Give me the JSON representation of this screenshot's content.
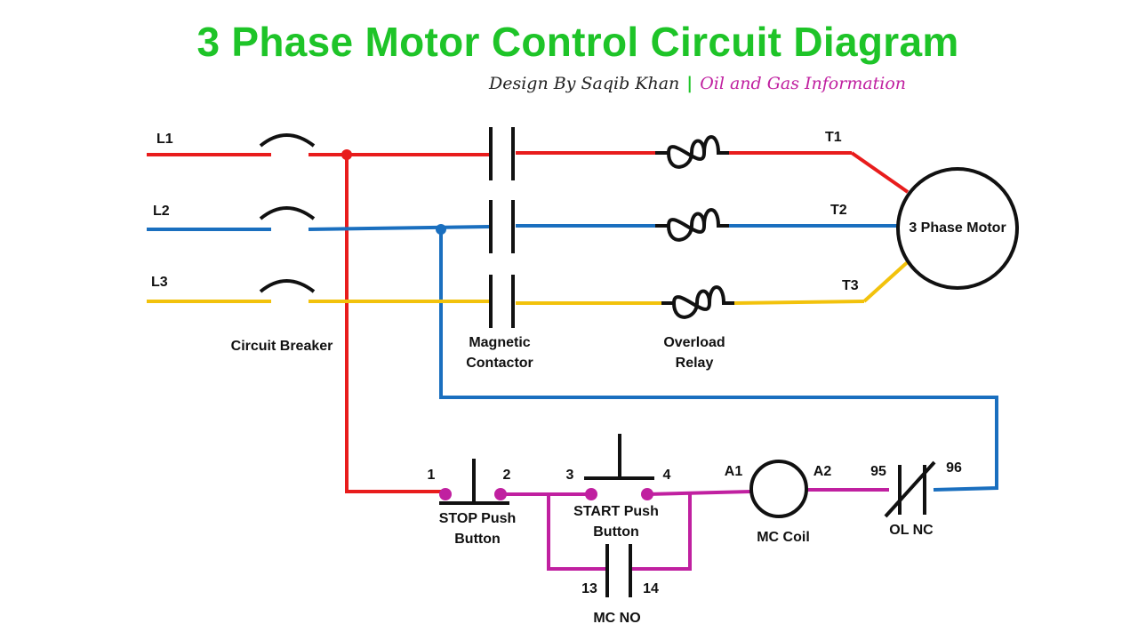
{
  "title": "3 Phase Motor Control Circuit Diagram",
  "credit": {
    "author": "Design By Saqib Khan",
    "separator": "|",
    "site": "Oil and Gas Information"
  },
  "colors": {
    "title": "#1ec428",
    "phase_l1": "#e81c1c",
    "phase_l2": "#1a6fbf",
    "phase_l3": "#f2c20c",
    "control": "#c020a0",
    "site_text": "#c020a0"
  },
  "lines": {
    "l1": "L1",
    "l2": "L2",
    "l3": "L3"
  },
  "terminals": {
    "t1": "T1",
    "t2": "T2",
    "t3": "T3"
  },
  "components": {
    "circuit_breaker": "Circuit Breaker",
    "contactor_line1": "Magnetic",
    "contactor_line2": "Contactor",
    "overload_line1": "Overload",
    "overload_line2": "Relay",
    "motor": "3 Phase Motor"
  },
  "control": {
    "stop_t1": "1",
    "stop_t2": "2",
    "stop_line1": "STOP Push",
    "stop_line2": "Button",
    "start_t3": "3",
    "start_t4": "4",
    "start_line1": "START Push",
    "start_line2": "Button",
    "coil_a1": "A1",
    "coil_a2": "A2",
    "coil_label": "MC Coil",
    "ol_95": "95",
    "ol_96": "96",
    "ol_label": "OL NC",
    "mc_13": "13",
    "mc_14": "14",
    "mc_label": "MC NO"
  }
}
